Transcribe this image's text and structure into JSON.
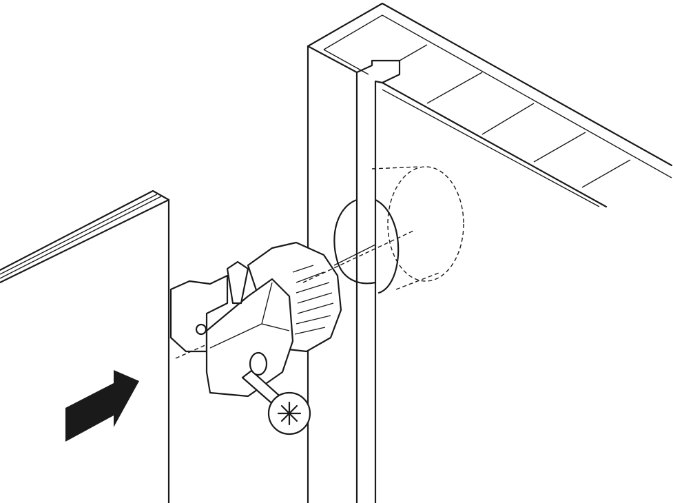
{
  "diagram": {
    "colors": {
      "stroke": "#1a1a1a",
      "background": "#ffffff",
      "arrow": "#1a1a1a"
    },
    "parts": [
      "left-panel",
      "cabinet-side-panel",
      "cabinet-top-panel",
      "connector-fitting",
      "cross-head-screw",
      "bore-hole",
      "direction-arrow"
    ]
  }
}
